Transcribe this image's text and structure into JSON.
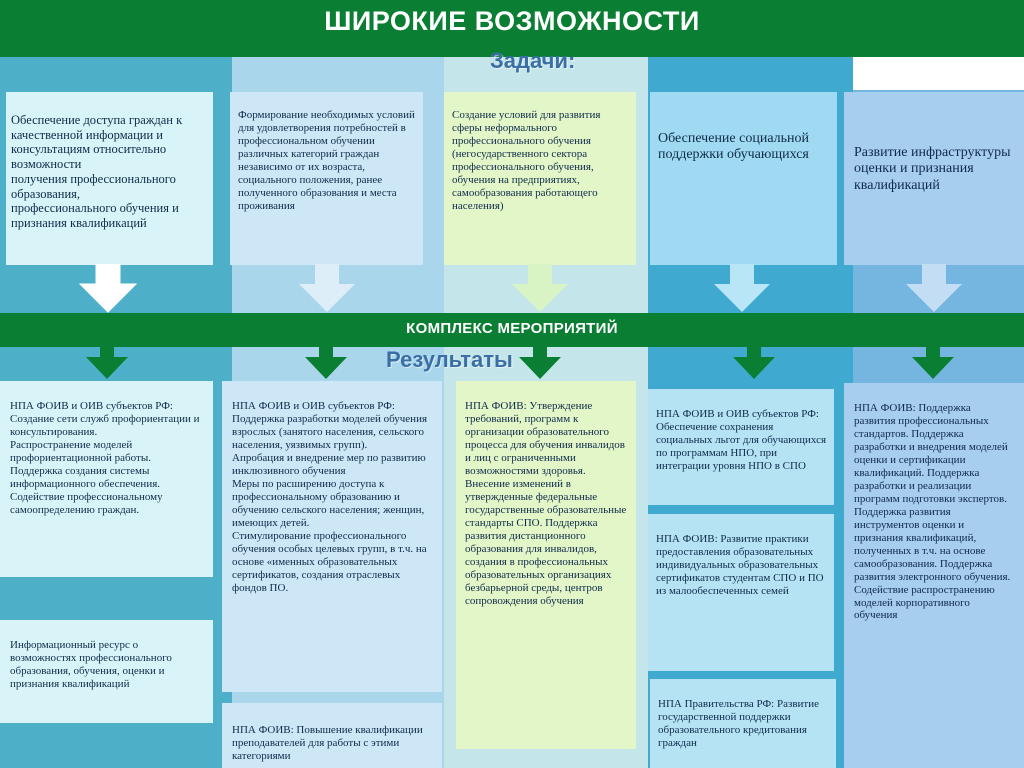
{
  "title": "ШИРОКИЕ ВОЗМОЖНОСТИ",
  "tasks_label": "Задачи:",
  "band_label": "КОМПЛЕКС МЕРОПРИЯТИЙ",
  "results_label": "Результаты",
  "colors": {
    "green": "#0a7f33",
    "col1": "#4eb0c8",
    "col2": "#a9d6ea",
    "col3": "#c4e6ea",
    "col4": "#3fa9cf",
    "col5": "#74b6df"
  },
  "tasks": [
    "Обеспечение доступа граждан к качественной информации и консультациям относительно возможности\nполучения  профессионального образования,\nпрофессионального обучения и признания квалификаций",
    "Формирование необходимых условий для удовлетворения потребностей в профессиональном обучении различных категорий граждан независимо от их возраста, социального положения, ранее полученного образования и места проживания",
    "Создание условий для развития сферы неформального профессионального обучения (негосударственного сектора профессионального обучения, обучения на предприятиях, самообразования работающего населения)",
    "Обеспечение социальной поддержки обучающихся",
    "Развитие инфраструктуры оценки и признания квалификаций"
  ],
  "results": {
    "col1": [
      "НПА ФОИВ и ОИВ субъектов РФ:\n   Создание сети служб профориентации и консультирования.\n   Распространение моделей профориентационной работы.\n   Поддержка создания системы информационного обеспечения.\n   Содействие профессиональному самоопределению граждан.",
      "Информационный ресурс о возможностях профессионального образования, обучения, оценки и признания квалификаций"
    ],
    "col2": [
      "НПА ФОИВ и ОИВ субъектов РФ:\n   Поддержка  разработки моделей обучения взрослых (занятого населения, сельского населения, уязвимых групп).\n   Апробация и внедрение мер по развитию инклюзивного обучения\n   Меры по расширению доступа к профессиональному образованию и обучению сельского населения; женщин, имеющих детей.\nСтимулирование профессионального обучения особых целевых групп, в т.ч. на основе «именных образовательных сертификатов, создания отраслевых фондов  ПО.",
      "НПА ФОИВ: Повышение квалификации преподавателей для работы с этими категориями"
    ],
    "col3": [
      "НПА ФОИВ: Утверждение требований, программ к организации образовательного процесса для обучения инвалидов и лиц с ограниченными возможностями здоровья.\nВнесение изменений в утвержденные федеральные государственные образовательные стандарты СПО. Поддержка развития дистанционного образования для инвалидов, создания в профессиональных образовательных организациях безбарьерной среды, центров сопровождения обучения"
    ],
    "col4": [
      "НПА ФОИВ и ОИВ субъектов РФ: Обеспечение сохранения социальных льгот  для обучающихся по программам НПО, при интеграции уровня НПО в СПО",
      "НПА ФОИВ: Развитие практики предоставления образовательных индивидуальных образовательных сертификатов студентам СПО и ПО из малообеспеченных семей",
      "НПА Правительства РФ: Развитие государственной поддержки образовательного кредитования граждан"
    ],
    "col5": [
      "НПА ФОИВ: Поддержка развития профессиональных стандартов. Поддержка разработки и внедрения моделей оценки и сертификации квалификаций. Поддержка разработки и реализации программ подготовки экспертов. Поддержка развития инструментов оценки и признания квалификаций, полученных в т.ч. на основе самообразования. Поддержка развития электронного обучения. Содействие распространению моделей  корпоративного обучения"
    ]
  }
}
